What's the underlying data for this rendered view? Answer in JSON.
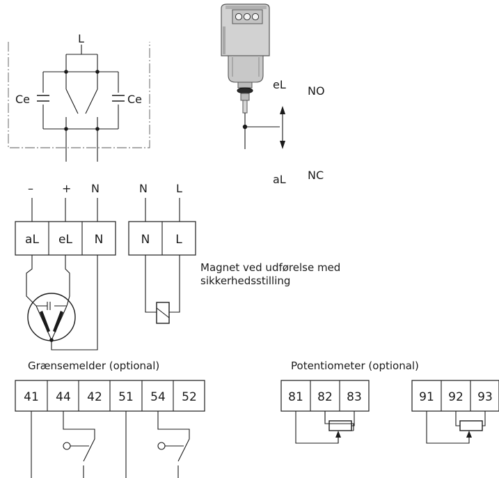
{
  "top_circuit": {
    "supply_label": "L",
    "capacitor_left": "Ce",
    "capacitor_right": "Ce"
  },
  "actuator": {
    "extended_label": "eL",
    "retracted_label": "aL",
    "no_label": "NO",
    "nc_label": "NC"
  },
  "motor_terminals": {
    "wire_labels": [
      "–",
      "+",
      "N"
    ],
    "blocks": [
      "aL",
      "eL",
      "N"
    ]
  },
  "magnet_terminals": {
    "wire_labels": [
      "N",
      "L"
    ],
    "blocks": [
      "N",
      "L"
    ],
    "caption_line1": "Magnet ved udførelse med",
    "caption_line2": "sikkerhedsstilling"
  },
  "limit_switch": {
    "title": "Grænsemelder (optional)",
    "terminals": [
      "41",
      "44",
      "42",
      "51",
      "54",
      "52"
    ]
  },
  "potentiometer": {
    "title": "Potentiometer (optional)",
    "group1": [
      "81",
      "82",
      "83"
    ],
    "group2": [
      "91",
      "92",
      "93"
    ]
  }
}
